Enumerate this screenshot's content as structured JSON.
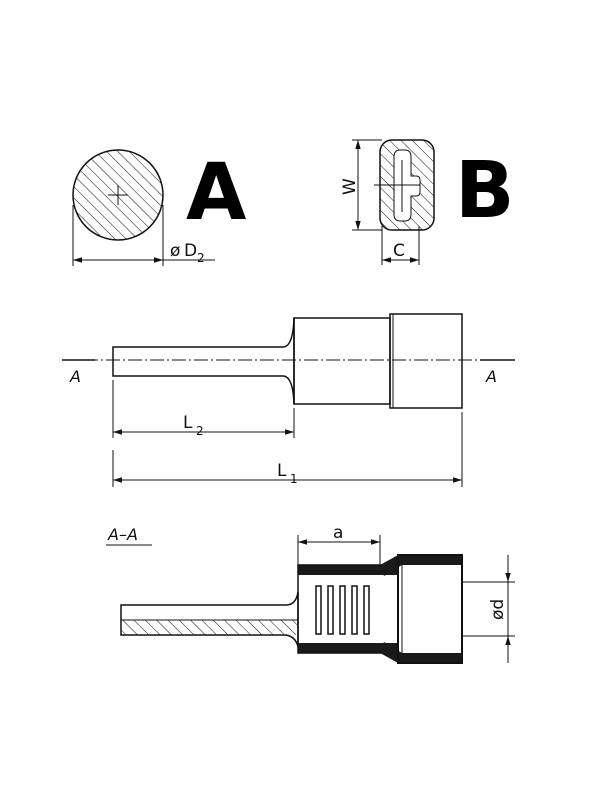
{
  "section_a": {
    "letter": "A",
    "diameter_symbol": "ø",
    "diameter_label": "D",
    "diameter_sub": "2"
  },
  "section_b": {
    "letter": "B",
    "width_label": "W",
    "thickness_label": "C"
  },
  "side_view": {
    "cut_left": "A",
    "cut_right": "A",
    "l2_label": "L",
    "l2_sub": "2",
    "l1_label": "L",
    "l1_sub": "1"
  },
  "section_view": {
    "title": "A–A",
    "a_label": "a",
    "d_label": "ød"
  }
}
